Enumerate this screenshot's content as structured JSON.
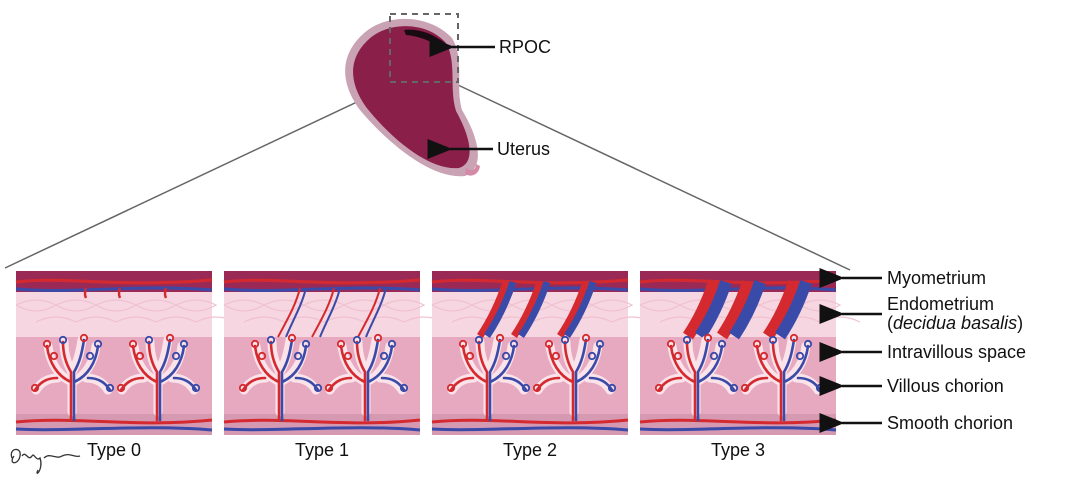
{
  "top_labels": {
    "rpoc": "RPOC",
    "uterus": "Uterus"
  },
  "layer_labels": {
    "myometrium": "Myometrium",
    "endometrium": "Endometrium",
    "decidua_open": "(",
    "decidua": "decidua basalis",
    "decidua_close": ")",
    "intravillous": "Intravillous space",
    "villous": "Villous chorion",
    "smooth": "Smooth chorion"
  },
  "panels": [
    {
      "id": "type-0",
      "label": "Type 0",
      "level": 0
    },
    {
      "id": "type-1",
      "label": "Type 1",
      "level": 1
    },
    {
      "id": "type-2",
      "label": "Type 2",
      "level": 2
    },
    {
      "id": "type-3",
      "label": "Type 3",
      "level": 3
    }
  ],
  "colors": {
    "uterus_fill": "#8a1f4a",
    "uterus_rim": "#c9a3b4",
    "myometrium": "#9a2a55",
    "endometrium": "#f6d6e0",
    "intravillous": "#e7a9c0",
    "smooth_chorion": "#d59ab2",
    "artery": "#d42a2f",
    "vein": "#3a4aa8",
    "arrow": "#111111"
  }
}
